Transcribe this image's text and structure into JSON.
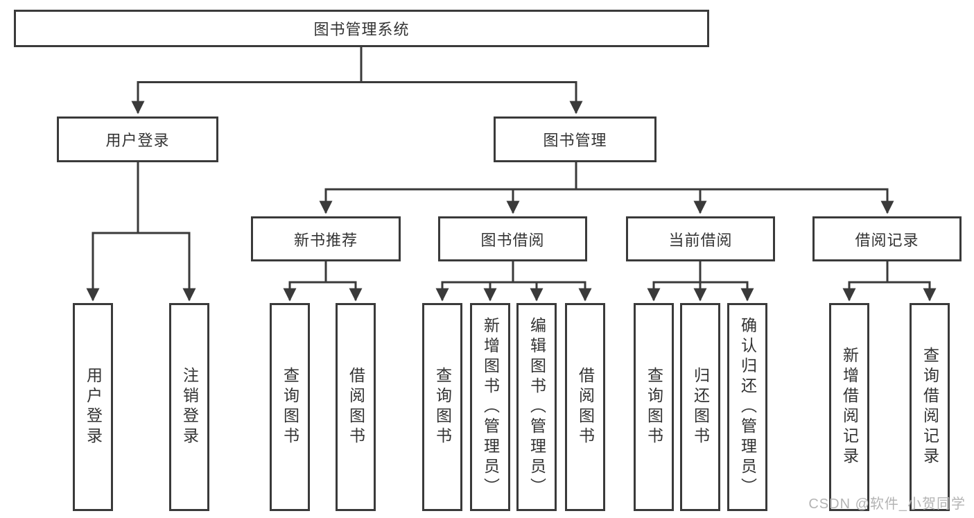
{
  "diagram": {
    "root": {
      "label": "图书管理系统"
    },
    "level2": [
      {
        "label": "用户登录"
      },
      {
        "label": "图书管理"
      }
    ],
    "level3": [
      {
        "label": "新书推荐"
      },
      {
        "label": "图书借阅"
      },
      {
        "label": "当前借阅"
      },
      {
        "label": "借阅记录"
      }
    ],
    "leaves": {
      "user_login": [
        "用户登录",
        "注销登录"
      ],
      "new_book_recommend": [
        "查询图书",
        "借阅图书"
      ],
      "book_borrow": [
        "查询图书",
        "新增图书（管理员）",
        "编辑图书（管理员）",
        "借阅图书"
      ],
      "current_borrow": [
        "查询图书",
        "归还图书",
        "确认归还（管理员）"
      ],
      "borrow_records": [
        "新增借阅记录",
        "查询借阅记录"
      ]
    }
  },
  "watermark": "CSDN @软件_小贺同学",
  "colors": {
    "line": "#3a3a3a",
    "text": "#333333",
    "watermark": "#b4b4b4",
    "background": "#ffffff"
  }
}
